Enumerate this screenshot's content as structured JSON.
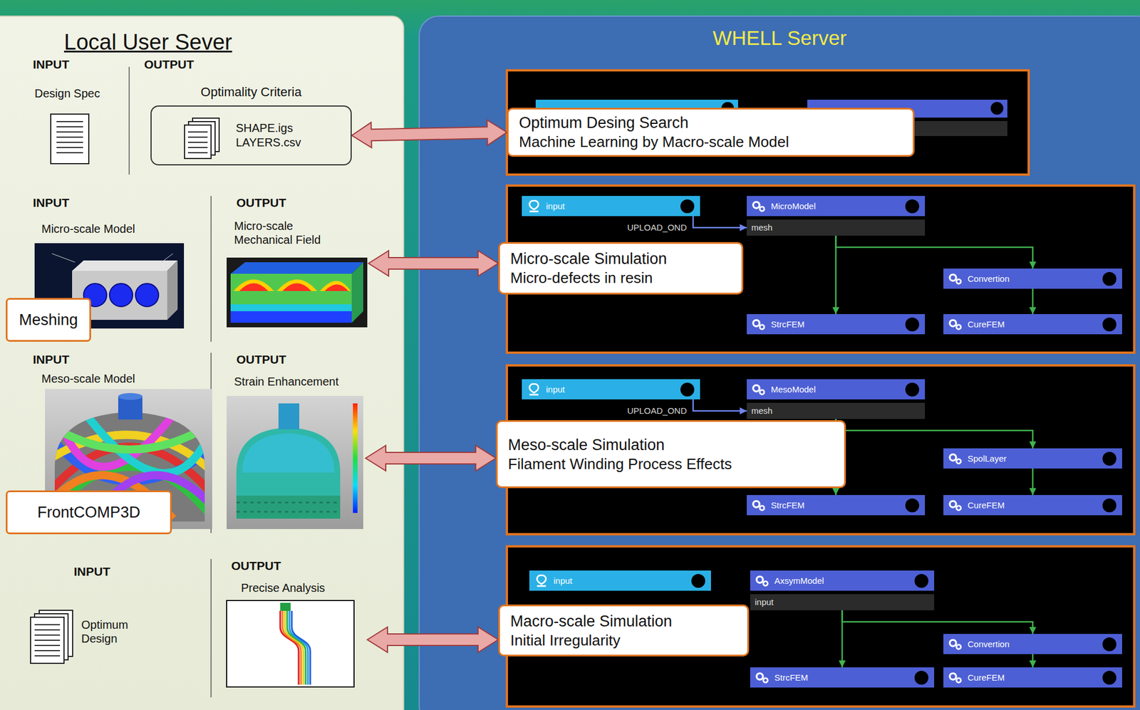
{
  "diagram": {
    "nodes": [
      {
        "text": [
          "Local User Sever"
        ]
      },
      {
        "text": [
          "Optimality Criteria",
          "SHAPE.igs LAYERS.csv"
        ],
        "in": 0
      },
      {
        "text": [
          "Meshing"
        ],
        "in": 0
      },
      {
        "text": [
          "FrontCOMP3D"
        ],
        "in": 0
      },
      {
        "text": [
          "WHELL Server"
        ]
      },
      {
        "text": [
          "Optimum Desing Search",
          "Machine Learning by Macro-scale Model"
        ],
        "in": 4
      },
      {
        "text": [
          "input"
        ],
        "in": 4
      },
      {
        "text": [
          "MicroModel",
          "mesh"
        ],
        "in": 4
      },
      {
        "text": [
          "Micro-scale Simulation",
          "Micro-defects in resin"
        ],
        "in": 4
      },
      {
        "text": [
          "Convertion"
        ],
        "in": 4
      },
      {
        "text": [
          "StrcFEM"
        ],
        "in": 4
      },
      {
        "text": [
          "CureFEM"
        ],
        "in": 4
      },
      {
        "text": [
          "input"
        ],
        "in": 4
      },
      {
        "text": [
          "MesoModel",
          "mesh"
        ],
        "in": 4
      },
      {
        "text": [
          "Meso-scale Simulation",
          "Filament Winding Process Effects"
        ],
        "in": 4
      },
      {
        "text": [
          "SpolLayer"
        ],
        "in": 4
      },
      {
        "text": [
          "StrcFEM"
        ],
        "in": 4
      },
      {
        "text": [
          "CureFEM"
        ],
        "in": 4
      },
      {
        "text": [
          "input"
        ],
        "in": 4
      },
      {
        "text": [
          "AxsymModel",
          "input"
        ],
        "in": 4
      },
      {
        "text": [
          "Macro-scale Simulation",
          "Initial Irregularity"
        ],
        "in": 4
      },
      {
        "text": [
          "Convertion"
        ],
        "in": 4
      },
      {
        "text": [
          "StrcFEM"
        ],
        "in": 4
      },
      {
        "text": [
          "CureFEM"
        ],
        "in": 4
      }
    ],
    "edges": [
      {
        "from": 1,
        "to": 5,
        "arrow": "both"
      },
      {
        "from": 6,
        "to": 7,
        "label": "UPLOAD_OND",
        "arrow": "to"
      },
      {
        "from": 7,
        "to": 10,
        "arrow": "to"
      },
      {
        "from": 7,
        "to": 9,
        "arrow": "to"
      },
      {
        "from": 9,
        "to": 11,
        "arrow": "to"
      },
      {
        "from": 12,
        "to": 13,
        "label": "UPLOAD_OND",
        "arrow": "to"
      },
      {
        "from": 13,
        "to": 16,
        "arrow": "to"
      },
      {
        "from": 13,
        "to": 15,
        "arrow": "to"
      },
      {
        "from": 15,
        "to": 17,
        "arrow": "to"
      },
      {
        "from": 19,
        "to": 22,
        "arrow": "to"
      },
      {
        "from": 19,
        "to": 21,
        "arrow": "to"
      },
      {
        "from": 21,
        "to": 23,
        "arrow": "to"
      }
    ],
    "labels": [
      "INPUT",
      "OUTPUT",
      "Design Spec",
      "INPUT",
      "Micro-scale Model",
      "OUTPUT",
      "Micro-scale Mechanical Field",
      "INPUT",
      "Meso-scale Model",
      "OUTPUT",
      "Strain Enhancement",
      "INPUT",
      "Optimum Design",
      "OUTPUT",
      "Precise Analysis"
    ]
  }
}
